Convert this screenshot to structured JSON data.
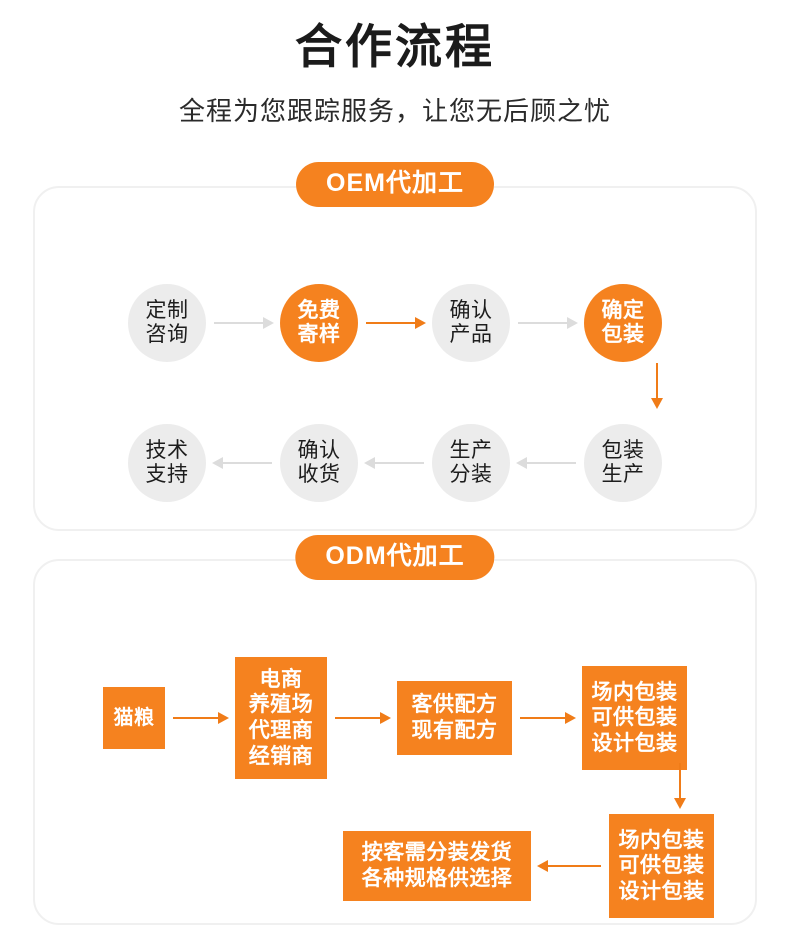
{
  "header": {
    "title": "合作流程",
    "subtitle": "全程为您跟踪服务，让您无后顾之忧"
  },
  "colors": {
    "orange": "#f5821f",
    "orange_arrow": "#f07c18",
    "gray_circle": "#ececec",
    "gray_arrow": "#dcdcdc",
    "card_border": "#f0f0f0",
    "text_dark": "#1b1b1b",
    "white": "#ffffff"
  },
  "oem": {
    "badge": "OEM代加工",
    "row1": {
      "step1": {
        "line1": "定制",
        "line2": "咨询",
        "style": "gray"
      },
      "arrow1": {
        "icon": "arrow-right-icon",
        "direction": "right",
        "color": "gray"
      },
      "step2": {
        "line1": "免费",
        "line2": "寄样",
        "style": "orange"
      },
      "arrow2": {
        "icon": "arrow-right-icon",
        "direction": "right",
        "color": "orange"
      },
      "step3": {
        "line1": "确认",
        "line2": "产品",
        "style": "gray"
      },
      "arrow3": {
        "icon": "arrow-right-icon",
        "direction": "right",
        "color": "gray"
      },
      "step4": {
        "line1": "确定",
        "line2": "包装",
        "style": "orange"
      }
    },
    "connector": {
      "icon": "arrow-down-icon",
      "direction": "down",
      "color": "orange"
    },
    "row2": {
      "step1": {
        "line1": "技术",
        "line2": "支持",
        "style": "gray"
      },
      "arrow1": {
        "icon": "arrow-left-icon",
        "direction": "left",
        "color": "gray"
      },
      "step2": {
        "line1": "确认",
        "line2": "收货",
        "style": "gray"
      },
      "arrow2": {
        "icon": "arrow-left-icon",
        "direction": "left",
        "color": "gray"
      },
      "step3": {
        "line1": "生产",
        "line2": "分装",
        "style": "gray"
      },
      "arrow3": {
        "icon": "arrow-left-icon",
        "direction": "left",
        "color": "gray"
      },
      "step4": {
        "line1": "包装",
        "line2": "生产",
        "style": "gray"
      }
    }
  },
  "odm": {
    "badge": "ODM代加工",
    "row1": {
      "box1": {
        "line1": "猫粮"
      },
      "arrow1": {
        "icon": "arrow-right-icon",
        "direction": "right",
        "color": "orange"
      },
      "box2": {
        "line1": "电商",
        "line2": "养殖场",
        "line3": "代理商",
        "line4": "经销商"
      },
      "arrow2": {
        "icon": "arrow-right-icon",
        "direction": "right",
        "color": "orange"
      },
      "box3": {
        "line1": "客供配方",
        "line2": "现有配方"
      },
      "arrow3": {
        "icon": "arrow-right-icon",
        "direction": "right",
        "color": "orange"
      },
      "box4": {
        "line1": "场内包装",
        "line2": "可供包装",
        "line3": "设计包装"
      }
    },
    "connector": {
      "icon": "arrow-down-icon",
      "direction": "down",
      "color": "orange"
    },
    "row2": {
      "box6": {
        "line1": "按客需分装发货",
        "line2": "各种规格供选择"
      },
      "arrow4": {
        "icon": "arrow-left-icon",
        "direction": "left",
        "color": "orange"
      },
      "box5": {
        "line1": "场内包装",
        "line2": "可供包装",
        "line3": "设计包装"
      }
    }
  }
}
